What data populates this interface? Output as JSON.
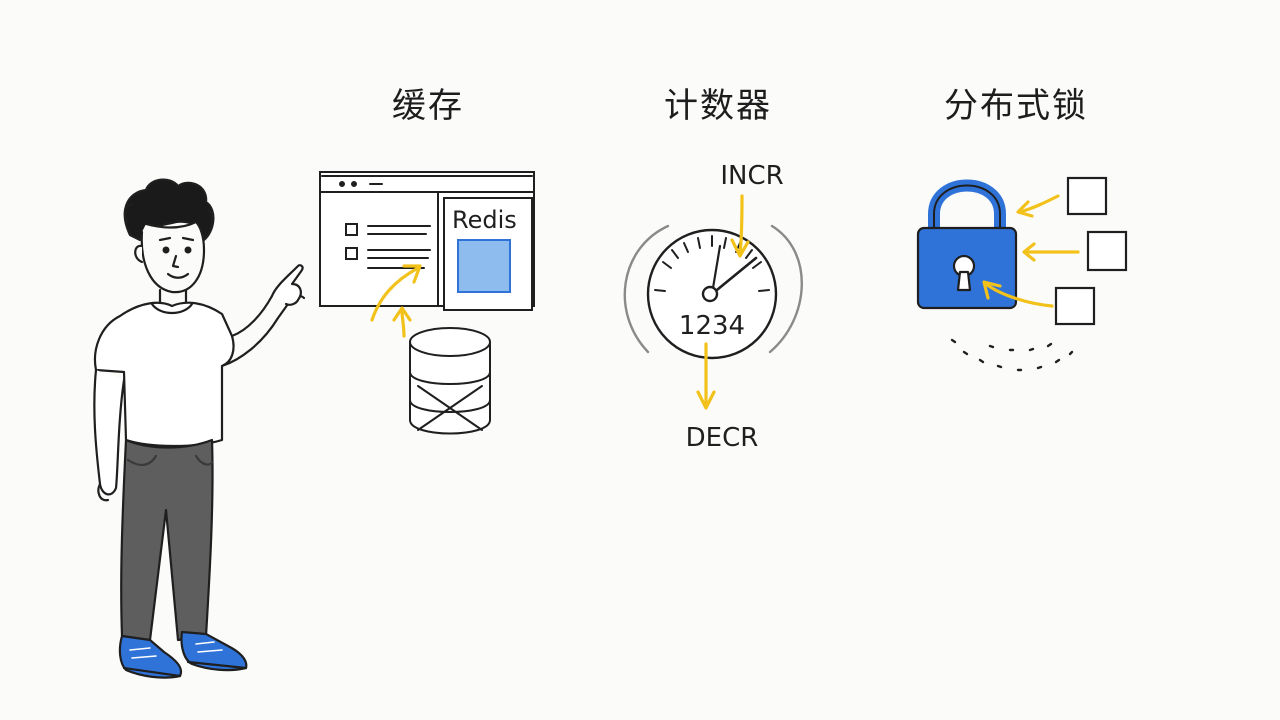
{
  "sections": {
    "cache": {
      "title": "缓存",
      "window_label": "Redis"
    },
    "counter": {
      "title": "计数器",
      "increment_label": "INCR",
      "value": "1234",
      "decrement_label": "DECR"
    },
    "lock": {
      "title": "分布式锁"
    }
  },
  "colors": {
    "ink": "#1f1f1f",
    "accent_yellow": "#f2c21b",
    "accent_blue": "#2f73d9",
    "light_blue": "#8fbcee",
    "pants_gray": "#5e5e5e"
  },
  "icons": [
    "person-illustration",
    "browser-window-icon",
    "database-icon",
    "gauge-icon",
    "padlock-icon",
    "checkbox-icon"
  ]
}
